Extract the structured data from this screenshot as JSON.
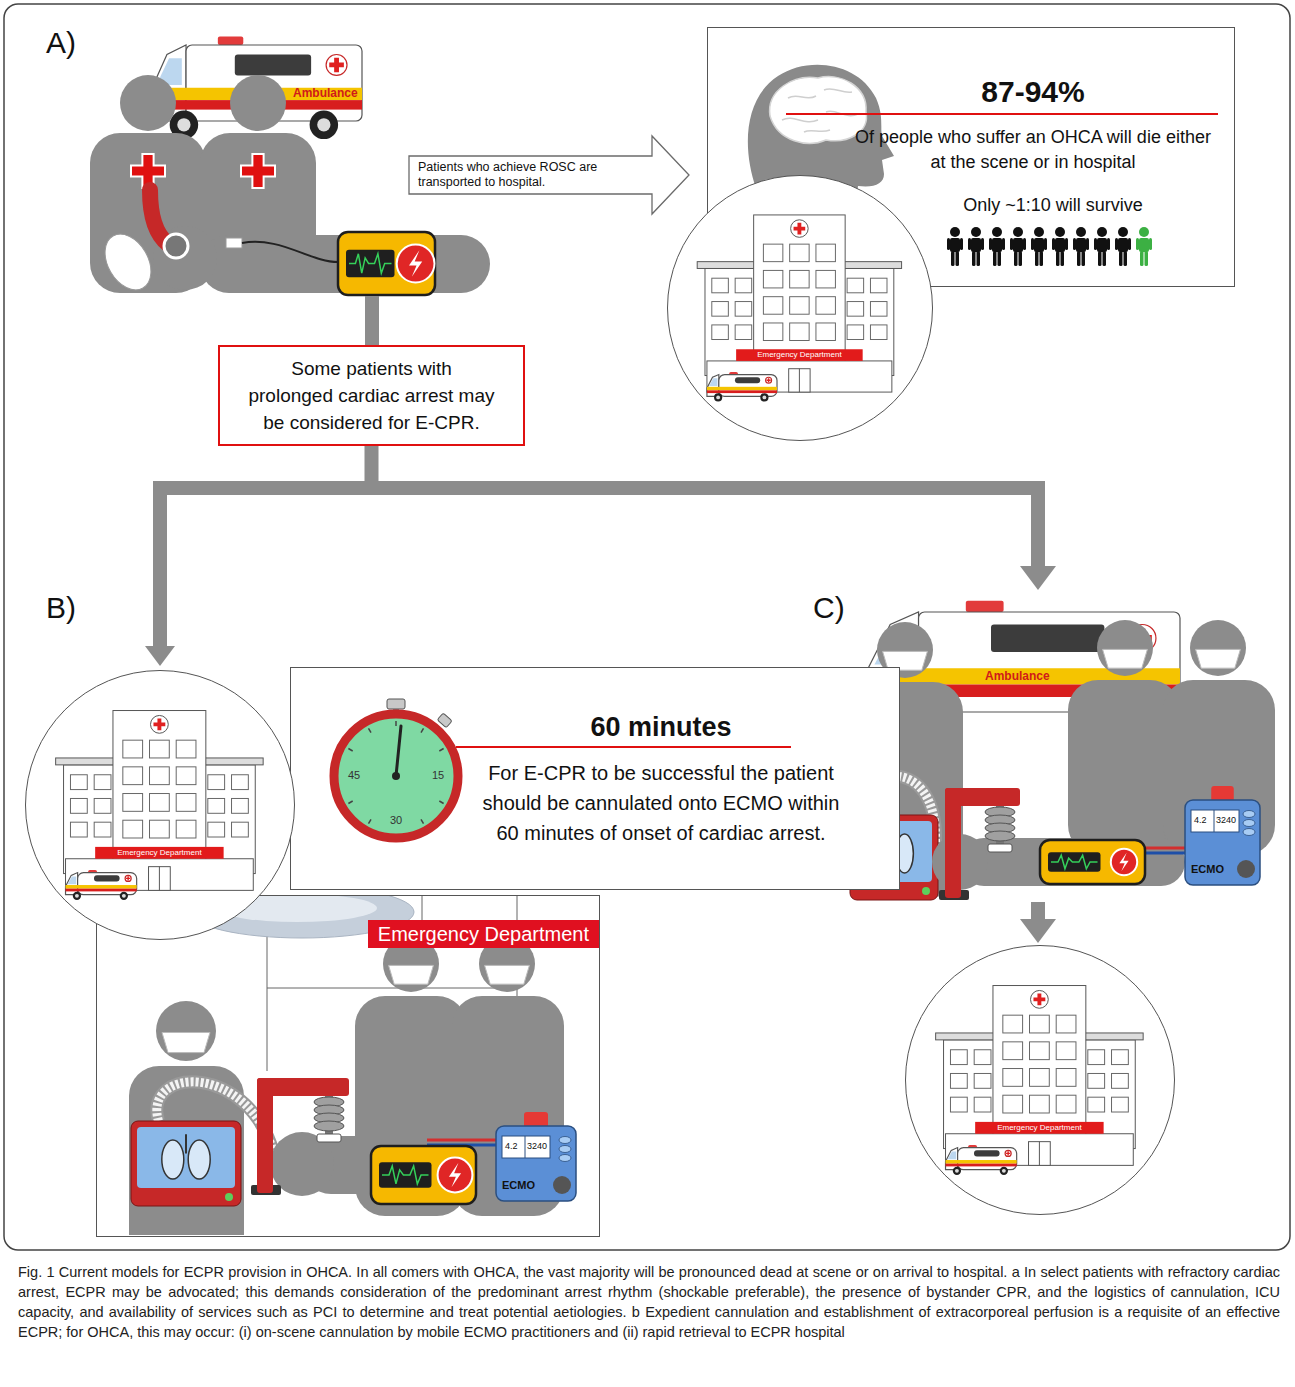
{
  "diagram": {
    "caption": "Fig. 1 Current models for ECPR provision in OHCA. In all comers with OHCA, the vast majority will be pronounced dead at scene or on arrival to hospital. a In select patients with refractory cardiac arrest, ECPR may be advocated; this demands consideration of the predominant arrest rhythm (shockable preferable), the presence of bystander CPR, and the logistics of cannulation, ICU capacity, and availability of services such as PCI to determine and treat potential aetiologies. b Expedient cannulation and establishment of extracorporeal perfusion is a requisite of an effective ECPR; for OHCA, this may occur: (i) on-scene cannulation by mobile ECMO practitioners and (ii) rapid retrieval to ECPR hospital",
    "nodes": [
      {
        "text": [
          "Patients who achieve ROSC are transported to hospital."
        ]
      },
      {
        "text": [
          "87-94%",
          "Of people who suffer an OHCA will die either at the scene or in hospital",
          "Only ~1:10 will survive"
        ]
      },
      {
        "text": [
          "Emergency Department"
        ]
      },
      {
        "text": [
          "Some patients with prolonged cardiac arrest may be considered for E-CPR."
        ]
      },
      {
        "text": [
          "60 minutes",
          "For E-CPR to be successful the patient should be cannulated onto ECMO within 60 minutes of onset of cardiac arrest."
        ]
      },
      {
        "text": [
          "Emergency Department"
        ]
      },
      {
        "text": [
          "Emergency Department"
        ]
      },
      {
        "text": [
          "Emergency Department"
        ]
      }
    ],
    "edges": [
      {
        "from": 3,
        "to": 6,
        "arrow": "to"
      }
    ],
    "labels": [
      "A)",
      "Ambulance",
      "B)",
      "45",
      "15",
      "30",
      "C)",
      "Ambulance",
      "4.2",
      "3240",
      "ECMO",
      "4.2",
      "3240",
      "ECMO"
    ]
  }
}
